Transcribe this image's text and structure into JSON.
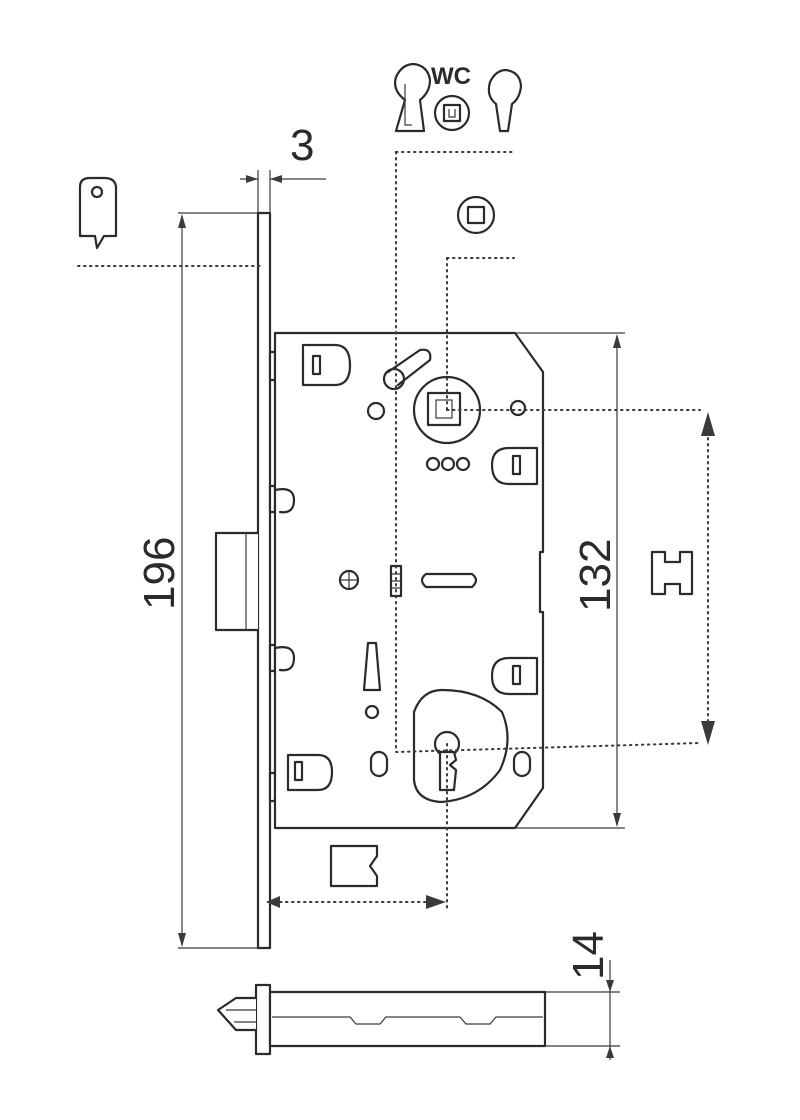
{
  "dimensions": {
    "faceplate_thickness": "3",
    "faceplate_height": "196",
    "backset_spacing": "132",
    "bolt_width": "14"
  },
  "symbols": {
    "wc_label": "WC",
    "icons": [
      "keyhole-icon",
      "wc-thumbturn-icon",
      "euro-cylinder-icon",
      "square-spindle-icon",
      "latch-bolt-icon",
      "deadbolt-icon",
      "rebate-profile-icon"
    ]
  },
  "colors": {
    "line": "#2b2b2b",
    "background": "#ffffff"
  }
}
